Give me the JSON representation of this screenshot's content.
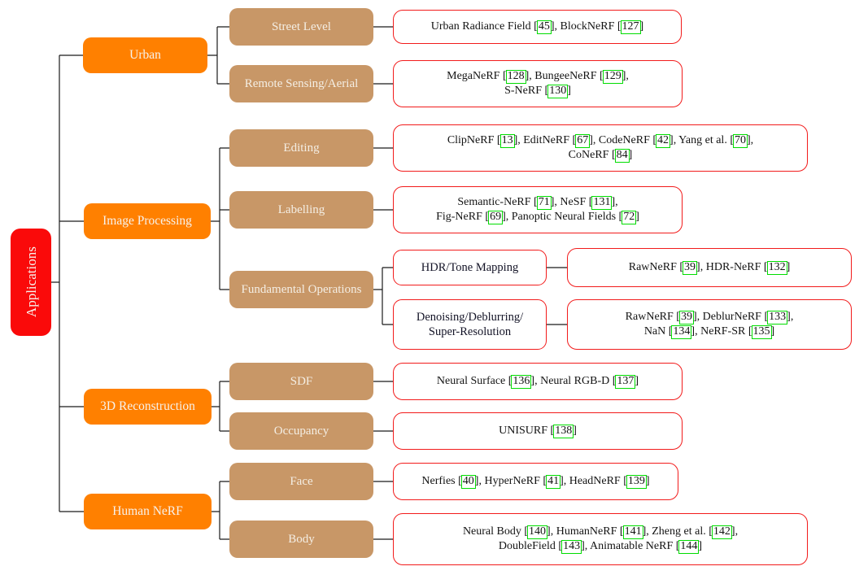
{
  "diagram": {
    "title": "NeRF applications taxonomy",
    "root": {
      "label": "Applications"
    },
    "branches": [
      {
        "label": "Urban",
        "children": [
          {
            "label": "Street Level",
            "papers": "Urban Radiance Field [[45]], BlockNeRF [[127]]"
          },
          {
            "label": "Remote Sensing/Aerial",
            "papers": "MegaNeRF [[128]], BungeeNeRF [[129]],\nS-NeRF [[130]]"
          }
        ]
      },
      {
        "label": "Image Processing",
        "children": [
          {
            "label": "Editing",
            "papers": "ClipNeRF [[13]], EditNeRF [[67]], CodeNeRF [[42]], Yang et al. [[70]],\nCoNeRF [[84]]"
          },
          {
            "label": "Labelling",
            "papers": "Semantic-NeRF [[71]], NeSF [[131]],\nFig-NeRF [[69]], Panoptic Neural Fields [[72]]"
          },
          {
            "label": "Fundamental Operations",
            "children": [
              {
                "label": "HDR/Tone Mapping",
                "papers": "RawNeRF [[39]], HDR-NeRF [[132]]"
              },
              {
                "label": "Denoising/Deblurring/\nSuper-Resolution",
                "papers": "RawNeRF [[39]], DeblurNeRF [[133]],\nNaN [[134]], NeRF-SR [[135]]"
              }
            ]
          }
        ]
      },
      {
        "label": "3D Reconstruction",
        "children": [
          {
            "label": "SDF",
            "papers": "Neural Surface [[136]], Neural RGB-D [[137]]"
          },
          {
            "label": "Occupancy",
            "papers": "UNISURF [[138]]"
          }
        ]
      },
      {
        "label": "Human NeRF",
        "children": [
          {
            "label": "Face",
            "papers": "Nerfies [[40]], HyperNeRF [[41]], HeadNeRF [[139]]"
          },
          {
            "label": "Body",
            "papers": "Neural Body [[140]], HumanNeRF [[141]], Zheng et al. [[142]],\nDoubleField [[143]], Animatable NeRF [[144]]"
          }
        ]
      }
    ],
    "colors": {
      "category_fill": "#ff8000",
      "subcategory_fill": "#c89767",
      "root_fill": "#fa0a0a",
      "leaf_border": "#f21b1b",
      "citation_border": "#00dd00",
      "connector": "#1a1a1a"
    }
  }
}
